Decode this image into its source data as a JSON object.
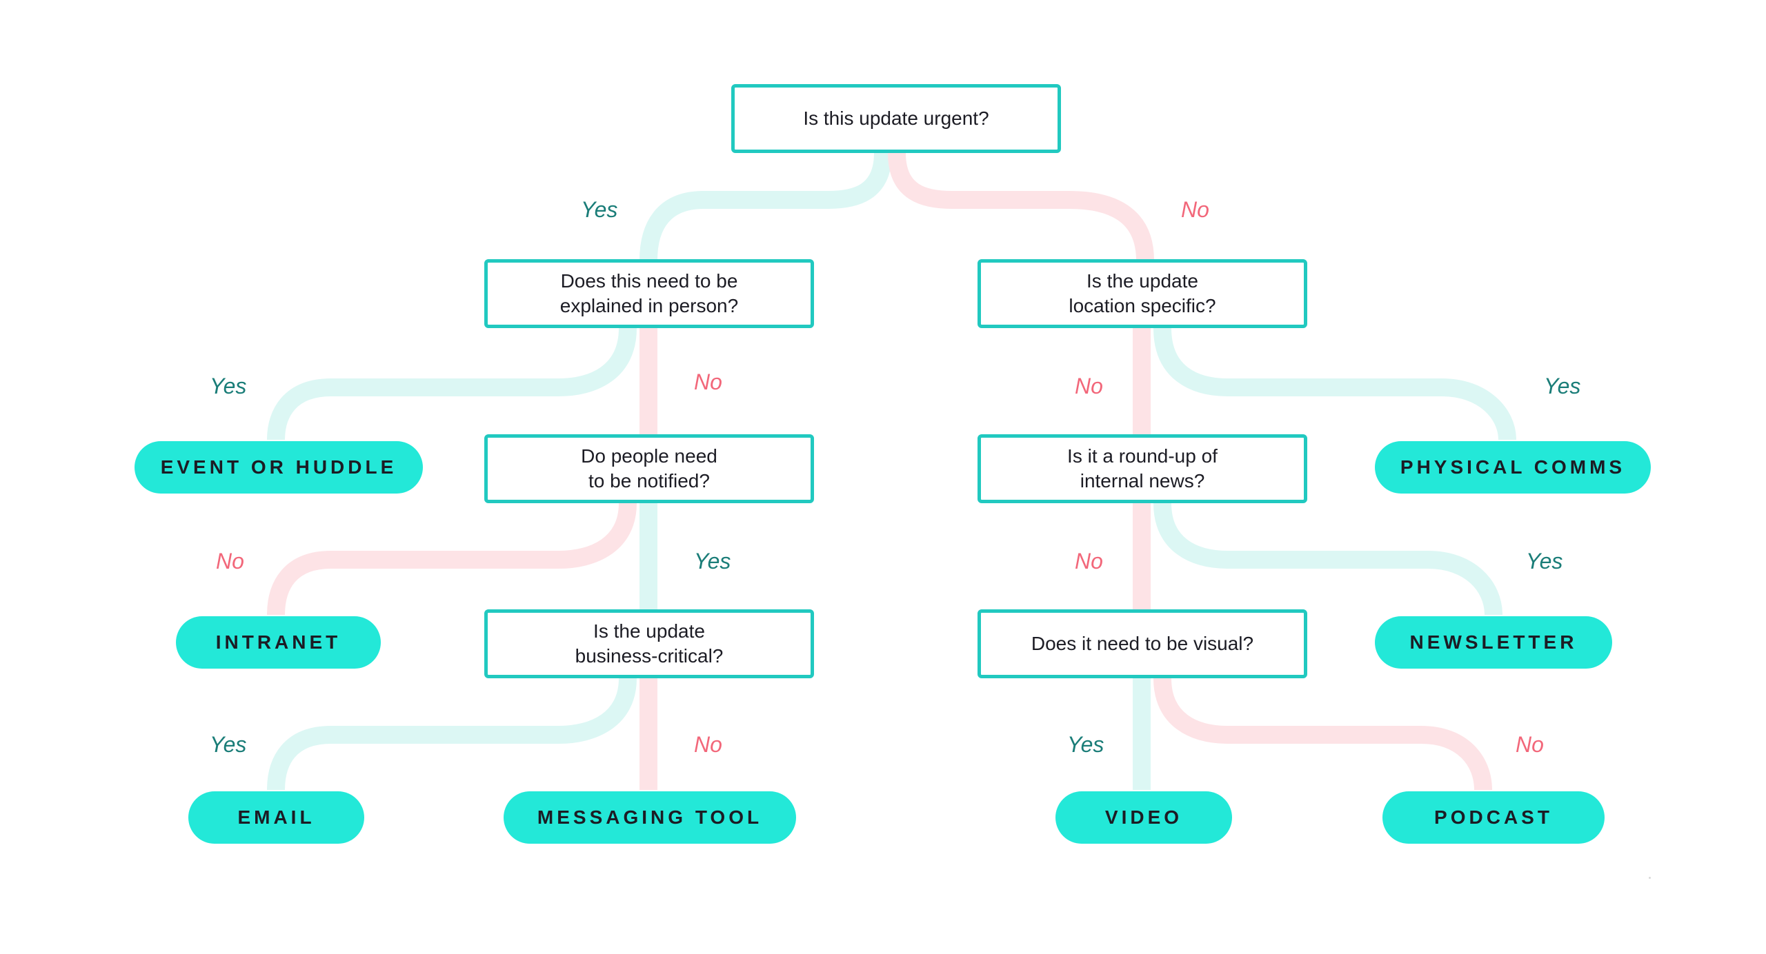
{
  "colors": {
    "box_border": "#21c9c0",
    "pill_fill": "#23e8d8",
    "yes_path": "#dcf7f4",
    "no_path": "#fde3e6",
    "yes_text": "#1a7d78",
    "no_text": "#f2677a",
    "text": "#1c1c24"
  },
  "questions": {
    "urgent": "Is this update urgent?",
    "explained_in_person": "Does this need to be\nexplained in person?",
    "location_specific": "Is the update\nlocation specific?",
    "need_notified": "Do people need\nto be notified?",
    "roundup_internal": "Is it a round-up of\ninternal news?",
    "business_critical": "Is the update\nbusiness-critical?",
    "need_visual": "Does it need to be visual?"
  },
  "outcomes": {
    "event_or_huddle": "EVENT OR HUDDLE",
    "physical_comms": "PHYSICAL COMMS",
    "intranet": "INTRANET",
    "newsletter": "NEWSLETTER",
    "email": "EMAIL",
    "messaging_tool": "MESSAGING TOOL",
    "video": "VIDEO",
    "podcast": "PODCAST"
  },
  "edge_labels": {
    "urgent_yes": "Yes",
    "urgent_no": "No",
    "explained_yes": "Yes",
    "explained_no": "No",
    "location_no": "No",
    "location_yes": "Yes",
    "notified_no": "No",
    "notified_yes": "Yes",
    "roundup_no": "No",
    "roundup_yes": "Yes",
    "critical_yes": "Yes",
    "critical_no": "No",
    "visual_yes": "Yes",
    "visual_no": "No"
  }
}
